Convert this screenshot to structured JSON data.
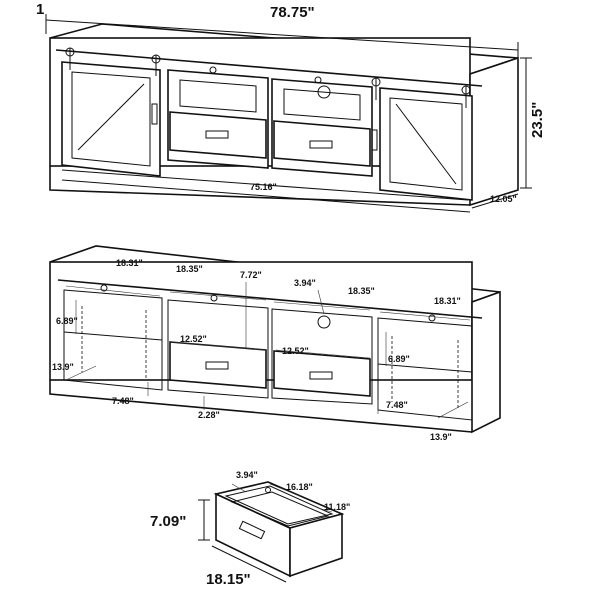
{
  "views": {
    "front": {
      "overall_width": "78.75\"",
      "inner_width": "75.16\"",
      "height": "23.5\"",
      "depth": "12.05\"",
      "left_edge_fragment": "1"
    },
    "interior": {
      "left_door_opening": "18.31\"",
      "left_center_bay": "18.35\"",
      "center_bay_height": "7.72\"",
      "cord_hole": "3.94\"",
      "right_center_bay": "18.35\"",
      "right_door_opening": "18.31\"",
      "left_shelf_spacing": "6.89\"",
      "right_shelf_spacing": "6.89\"",
      "left_drawer_opening": "12.52\"",
      "right_drawer_opening": "12.52\"",
      "left_bottom_depth": "13.9\"",
      "right_bottom_depth": "13.9\"",
      "left_leg": "7.48\"",
      "right_leg": "7.48\"",
      "ground_clearance": "2.28\""
    },
    "drawer": {
      "height": "7.09\"",
      "width": "18.15\"",
      "inner_width": "16.18\"",
      "inner_depth": "11.18\"",
      "side_height": "3.94\""
    }
  }
}
